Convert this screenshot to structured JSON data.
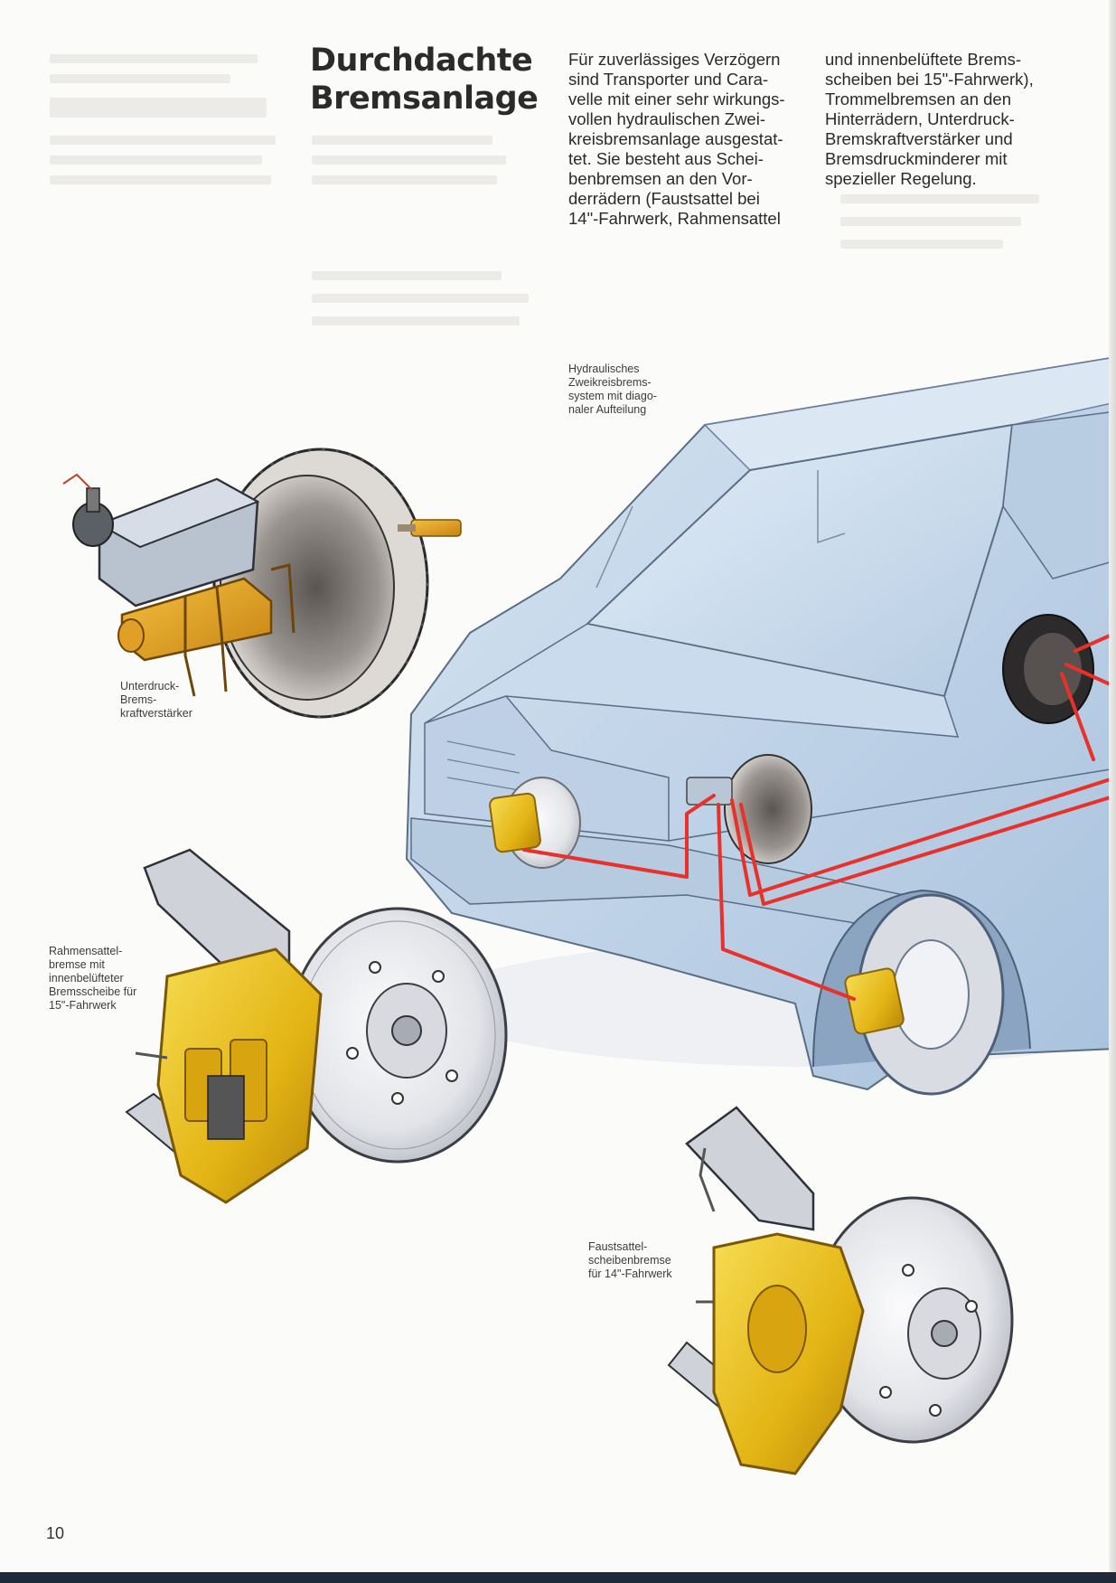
{
  "title_lines": [
    "Durchdachte",
    "Bremsanlage"
  ],
  "body_col1": [
    "Für zuverlässiges Verzögern",
    "sind Transporter und Cara-",
    "velle mit einer sehr wirkungs-",
    "vollen hydraulischen Zwei-",
    "kreisbremsanlage ausgestat-",
    "tet. Sie besteht aus Schei-",
    "benbremsen an den Vor-",
    "derrädern (Faustsattel bei",
    "14\"-Fahrwerk, Rahmensattel"
  ],
  "body_col2": [
    "und innenbelüftete Brems-",
    "scheiben bei 15\"-Fahrwerk),",
    "Trommelbremsen an den",
    "Hinterrädern, Unterdruck-",
    "Bremskraftverstärker und",
    "Bremsdruckminderer mit",
    "spezieller Regelung."
  ],
  "captions": {
    "hydraulic": [
      "Hydraulisches",
      "Zweikreisbrems-",
      "system mit diago-",
      "naler Aufteilung"
    ],
    "booster": [
      "Unterdruck-",
      "Brems-",
      "kraftverstärker"
    ],
    "frame_caliper": [
      "Rahmensattel-",
      "bremse mit",
      "innenbelüfteter",
      "Bremsscheibe für",
      "15\"-Fahrwerk"
    ],
    "floating_caliper": [
      "Faustsattel-",
      "scheibenbremse",
      "für 14\"-Fahrwerk"
    ]
  },
  "page_number": "10",
  "colors": {
    "van_body": "#c3d6ea",
    "brake_lines": "#e8312a",
    "caliper": "#ecc21a",
    "disc": "#e6e7ea"
  }
}
